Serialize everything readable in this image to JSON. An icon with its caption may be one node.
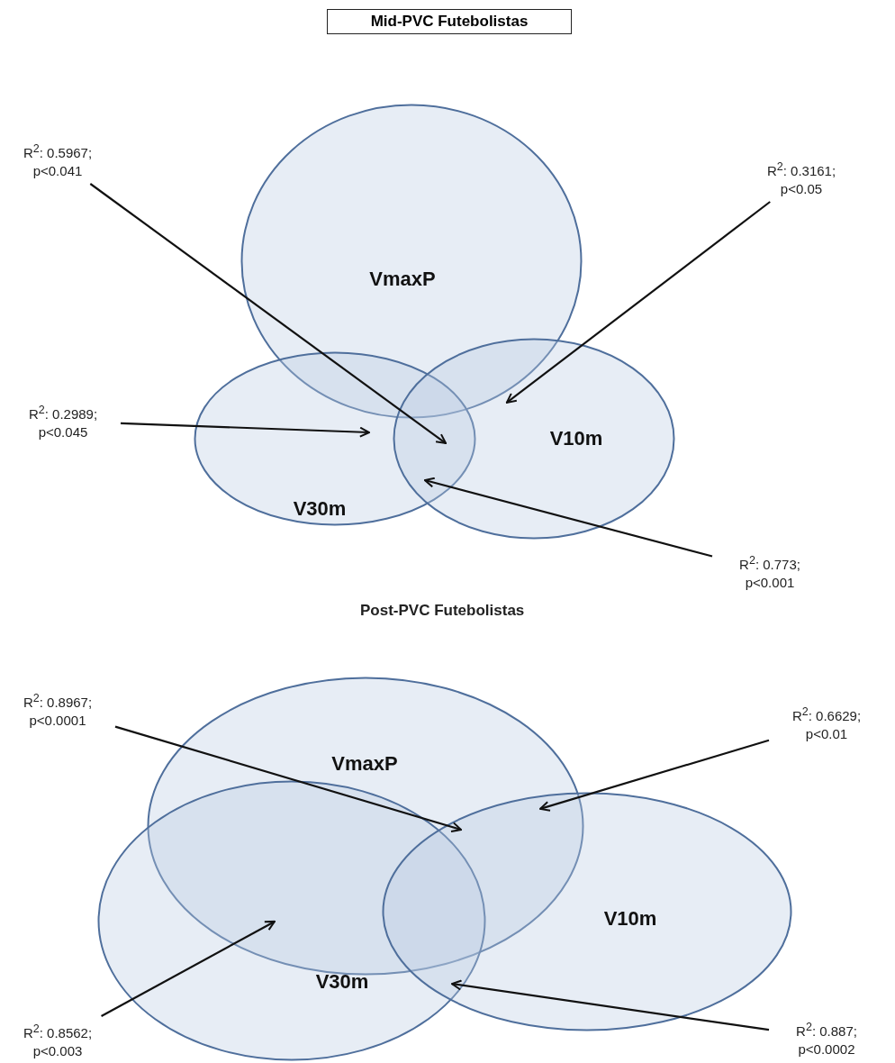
{
  "diagram": {
    "nodes": [
      {
        "text": [
          "Mid-PVC Futebolistas"
        ]
      },
      {
        "text": [
          "VmaxP"
        ]
      },
      {
        "text": [
          "V30m"
        ]
      },
      {
        "text": [
          "V10m"
        ]
      },
      {
        "text": [
          "R$^{2}$: 0.5967; p<0.041"
        ]
      },
      {
        "text": [
          "R$^{2}$: 0.3161; p<0.05"
        ]
      },
      {
        "text": [
          "R$^{2}$: 0.2989; p<0.045"
        ]
      },
      {
        "text": [
          "R$^{2}$: 0.773; p<0.001"
        ]
      },
      {
        "text": [
          "VmaxP"
        ]
      },
      {
        "text": [
          "V30m"
        ]
      },
      {
        "text": [
          "V10m"
        ]
      },
      {
        "text": [
          "R$^{2}$: 0.8967; p<0.0001"
        ]
      },
      {
        "text": [
          "R$^{2}$: 0.6629; p<0.01"
        ]
      },
      {
        "text": [
          "R$^{2}$: 0.8562; p<0.003"
        ]
      },
      {
        "text": [
          "R$^{2}$: 0.887; p<0.0002"
        ]
      }
    ],
    "edges": [
      {
        "from": 4,
        "to": 2,
        "arrow": "to"
      },
      {
        "from": 5,
        "to": 3,
        "arrow": "to"
      },
      {
        "from": 6,
        "to": 2,
        "arrow": "to"
      },
      {
        "from": 7,
        "to": 2,
        "arrow": "to"
      },
      {
        "from": 11,
        "to": 10,
        "arrow": "to"
      },
      {
        "from": 12,
        "to": 10,
        "arrow": "to"
      },
      {
        "from": 13,
        "to": 9,
        "arrow": "to"
      },
      {
        "from": 14,
        "to": 10,
        "arrow": "to"
      }
    ],
    "labels": [
      "Post-PVC Futebolistas"
    ]
  }
}
